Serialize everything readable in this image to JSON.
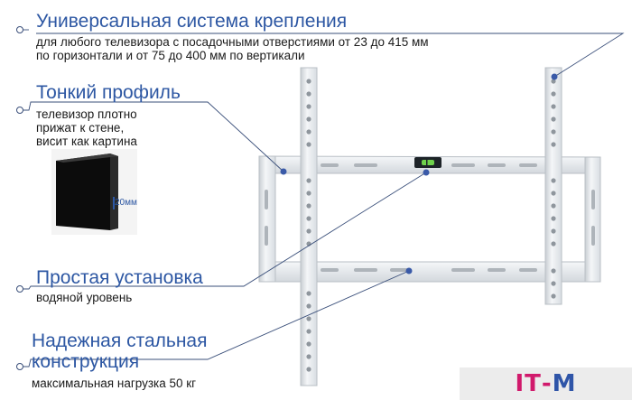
{
  "features": [
    {
      "heading": "Универсальная система крепления",
      "desc": "для любого телевизора с посадочными отверстиями от 23 до 415 мм\nпо горизонтали и от 75 до 400 мм по вертикали"
    },
    {
      "heading": "Тонкий профиль",
      "desc": "телевизор плотно\nприжат к стене,\nвисит как картина"
    },
    {
      "heading": "Простая  установка",
      "desc": "водяной уровень"
    },
    {
      "heading": "Надежная стальная\nконструкция",
      "desc": "максимальная нагрузка 50 кг"
    }
  ],
  "profile_depth_label": "20мм",
  "logo": {
    "left": "IT",
    "sep": "-",
    "right": "M"
  },
  "colors": {
    "heading": "#2d57a3",
    "accent": "#2d57a3",
    "bracket": "#e9ecef",
    "logo_left": "#d11a6c",
    "logo_right": "#2f55a8"
  }
}
